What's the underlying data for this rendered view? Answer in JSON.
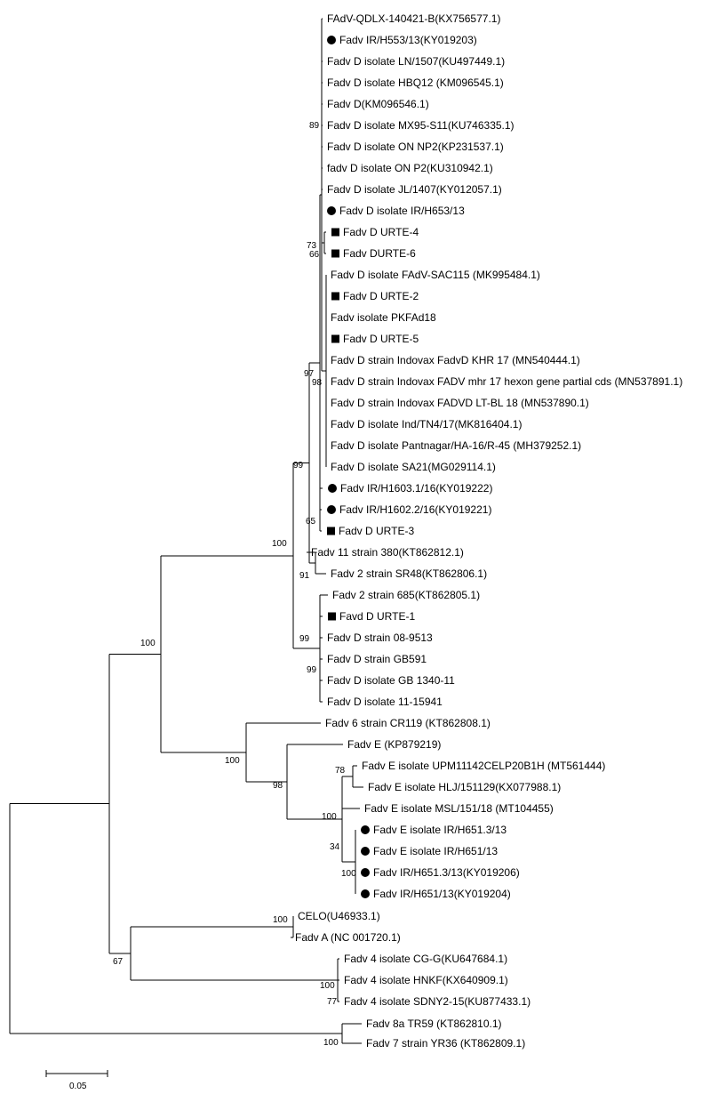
{
  "leaves": [
    {
      "label": "FAdV-QDLX-140421-B(KX756577.1)",
      "marker": "none"
    },
    {
      "label": "Fadv IR/H553/13(KY019203)",
      "marker": "circle"
    },
    {
      "label": "Fadv D isolate LN/1507(KU497449.1)",
      "marker": "none"
    },
    {
      "label": "Fadv D isolate HBQ12 (KM096545.1)",
      "marker": "none"
    },
    {
      "label": "Fadv D(KM096546.1)",
      "marker": "none"
    },
    {
      "label": "Fadv D isolate MX95-S11(KU746335.1)",
      "marker": "none"
    },
    {
      "label": "Fadv D isolate ON NP2(KP231537.1)",
      "marker": "none"
    },
    {
      "label": "fadv D isolate ON P2(KU310942.1)",
      "marker": "none"
    },
    {
      "label": "Fadv D isolate JL/1407(KY012057.1)",
      "marker": "none"
    },
    {
      "label": "Fadv D isolate IR/H653/13",
      "marker": "circle"
    },
    {
      "label": "Fadv D URTE-4",
      "marker": "square"
    },
    {
      "label": "Fadv DURTE-6",
      "marker": "square"
    },
    {
      "label": "Fadv D isolate FAdV-SAC115 (MK995484.1)",
      "marker": "none"
    },
    {
      "label": "Fadv D URTE-2",
      "marker": "square"
    },
    {
      "label": "Fadv isolate PKFAd18",
      "marker": "none"
    },
    {
      "label": "Fadv D URTE-5",
      "marker": "square"
    },
    {
      "label": "Fadv D strain Indovax FadvD KHR 17 (MN540444.1)",
      "marker": "none"
    },
    {
      "label": "Fadv D strain Indovax FADV mhr 17 hexon gene partial cds (MN537891.1)",
      "marker": "none"
    },
    {
      "label": "Fadv D strain Indovax FADVD LT-BL 18 (MN537890.1)",
      "marker": "none"
    },
    {
      "label": "Fadv D isolate Ind/TN4/17(MK816404.1)",
      "marker": "none"
    },
    {
      "label": "Fadv D isolate Pantnagar/HA-16/R-45 (MH379252.1)",
      "marker": "none"
    },
    {
      "label": "Fadv D isolate SA21(MG029114.1)",
      "marker": "none"
    },
    {
      "label": "Fadv IR/H1603.1/16(KY019222)",
      "marker": "circle"
    },
    {
      "label": "Fadv IR/H1602.2/16(KY019221)",
      "marker": "circle"
    },
    {
      "label": "Fadv D URTE-3",
      "marker": "square"
    },
    {
      "label": "Fadv 11 strain 380(KT862812.1)",
      "marker": "none"
    },
    {
      "label": "Fadv 2 strain SR48(KT862806.1)",
      "marker": "none"
    },
    {
      "label": "Fadv 2 strain 685(KT862805.1)",
      "marker": "none"
    },
    {
      "label": "Favd D URTE-1",
      "marker": "square"
    },
    {
      "label": "Fadv D strain 08-9513",
      "marker": "none"
    },
    {
      "label": "Fadv D strain GB591",
      "marker": "none"
    },
    {
      "label": "Fadv D isolate GB 1340-11",
      "marker": "none"
    },
    {
      "label": "Fadv D isolate 11-15941",
      "marker": "none"
    },
    {
      "label": "Fadv 6 strain CR119 (KT862808.1)",
      "marker": "none"
    },
    {
      "label": "Fadv E (KP879219)",
      "marker": "none"
    },
    {
      "label": "Fadv E isolate UPM11142CELP20B1H (MT561444)",
      "marker": "none"
    },
    {
      "label": "Fadv E isolate HLJ/151129(KX077988.1)",
      "marker": "none"
    },
    {
      "label": "Fadv E isolate MSL/151/18 (MT104455)",
      "marker": "none"
    },
    {
      "label": "Fadv E isolate IR/H651.3/13",
      "marker": "circle"
    },
    {
      "label": "Fadv E isolate IR/H651/13",
      "marker": "circle"
    },
    {
      "label": "Fadv IR/H651.3/13(KY019206)",
      "marker": "circle"
    },
    {
      "label": "Fadv IR/H651/13(KY019204)",
      "marker": "circle"
    },
    {
      "label": "CELO(U46933.1)",
      "marker": "none"
    },
    {
      "label": "Fadv A (NC 001720.1)",
      "marker": "none"
    },
    {
      "label": "Fadv 4 isolate CG-G(KU647684.1)",
      "marker": "none"
    },
    {
      "label": "Fadv 4 isolate HNKF(KX640909.1)",
      "marker": "none"
    },
    {
      "label": "Fadv 4 isolate SDNY2-15(KU877433.1)",
      "marker": "none"
    },
    {
      "label": "Fadv 8a TR59 (KT862810.1)",
      "marker": "none"
    },
    {
      "label": "Fadv 7 strain YR36 (KT862809.1)",
      "marker": "none"
    }
  ],
  "support_values": [
    "89",
    "73",
    "66",
    "97",
    "98",
    "99",
    "65",
    "91",
    "100",
    "100",
    "99",
    "99",
    "100",
    "78",
    "98",
    "100",
    "34",
    "100",
    "100",
    "67",
    "100",
    "77",
    "100"
  ],
  "scale_bar": {
    "label": "0.05"
  },
  "colors": {
    "lines": "#000000",
    "markers": "#000000",
    "background": "#ffffff"
  }
}
